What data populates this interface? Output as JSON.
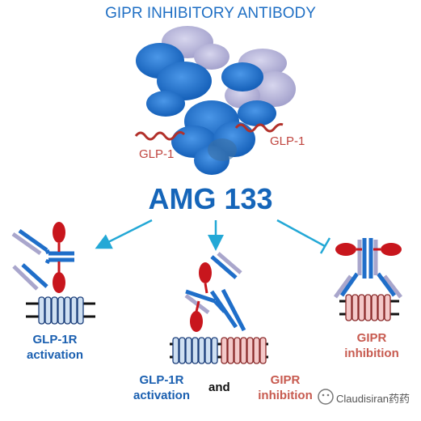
{
  "title": "GIPR INHIBITORY ANTIBODY",
  "drug_name": "AMG 133",
  "peptide_labels": {
    "left": "GLP-1",
    "right": "GLP-1"
  },
  "panels": {
    "left": {
      "line1": "GLP-1R",
      "line2": "activation"
    },
    "middle": {
      "glp1r_line1": "GLP-1R",
      "glp1r_line2": "activation",
      "connector": "and",
      "gipr_line1": "GIPR",
      "gipr_line2": "inhibition"
    },
    "right": {
      "line1": "GIPR",
      "line2": "inhibition"
    }
  },
  "watermark": "Claudisiran药药",
  "colors": {
    "title_blue": "#1f6fc4",
    "antibody_blue": "#1f6ec9",
    "light_chain": "#a9a6cc",
    "peptide_red": "#c8161d",
    "glp1r_receptor": "#cfe0f2",
    "gipr_receptor": "#f4c9c9",
    "arrow_cyan": "#23a8d6"
  }
}
